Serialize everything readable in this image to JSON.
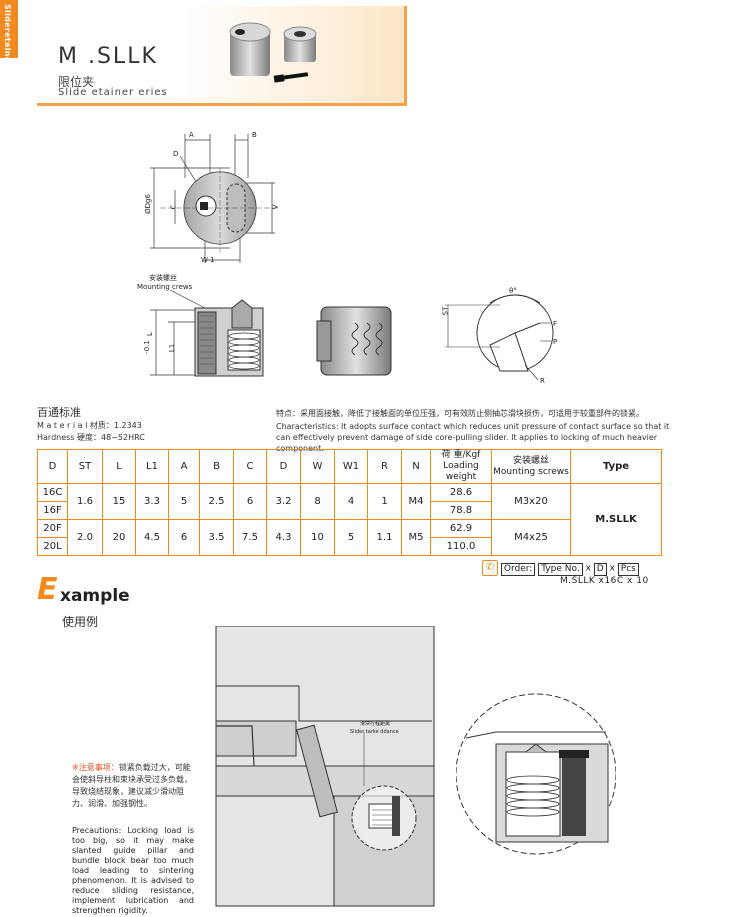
{
  "side_tab": "Slideretainer",
  "header": {
    "title": "M .SLLK",
    "subtitle_cn": "限位夹",
    "subtitle_en": "Slide  etainer  eries"
  },
  "diagram_labels": {
    "A": "A",
    "B": "B",
    "D": "D",
    "C": "C",
    "V": "V",
    "W1": "W 1",
    "ODg6": "ØDg6",
    "mount_cn": "安装螺丝",
    "mount_en": "Mounting  crews",
    "L": "L",
    "L1": "L1",
    "L_tol": "-0.1",
    "ST": "ST",
    "theta": "θ°",
    "F": "F",
    "P": "P",
    "R": "R"
  },
  "material": {
    "section_cn": "百通标准",
    "material_line": "M a t e r i a l 材质：1.2343",
    "hardness_line": "Hardness 硬度：48~52HRC",
    "char_cn": "特点：采用面接触，降低了接触面的单位压强，可有效防止侧抽芯滑块损伤，可适用于较重部件的锁紧。",
    "char_en": "Characteristics: It adopts surface contact which reduces unit pressure of contact surface so that it can effectively prevent damage of side core-pulling slider. It applies to locking of much heavier component."
  },
  "table": {
    "headers": [
      "D",
      "ST",
      "L",
      "L1",
      "A",
      "B",
      "C",
      "D",
      "W",
      "W1",
      "R",
      "N"
    ],
    "load_cn": "荷 重/Kgf",
    "load_en": "Loading weight",
    "screw_cn": "安装螺丝",
    "screw_en": "Mounting screws",
    "type_header": "Type",
    "group1": {
      "d": [
        "16C",
        "16F"
      ],
      "ST": "1.6",
      "L": "15",
      "L1": "3.3",
      "A": "5",
      "B": "2.5",
      "C": "6",
      "D": "3.2",
      "W": "8",
      "W1": "4",
      "R": "1",
      "N": "M4",
      "loads": [
        "28.6",
        "78.8"
      ],
      "screw": "M3x20"
    },
    "group2": {
      "d": [
        "20F",
        "20L"
      ],
      "ST": "2.0",
      "L": "20",
      "L1": "4.5",
      "A": "6",
      "B": "3.5",
      "C": "7.5",
      "D": "4.3",
      "W": "10",
      "W1": "5",
      "R": "1.1",
      "N": "M5",
      "loads": [
        "62.9",
        "110.0"
      ],
      "screw": "M4x25"
    },
    "type_value": "M.SLLK"
  },
  "order": {
    "label": "Order:",
    "type_no": "Type No.",
    "x1": "x",
    "d": "D",
    "x2": "x",
    "pcs": "Pcs",
    "example": "M.SLLK  x16C  x  10"
  },
  "example": {
    "E": "E",
    "rest": "xample",
    "cn": "使用例",
    "callout_cn": "滑块行程距离",
    "callout_en": "Slider  tarke  ddance"
  },
  "precautions": {
    "cn_warn": "※注意事项：",
    "cn_body": "锁紧负载过大，可能会使斜导柱和束块承受过多负载，导致烧结现象，建议减少滑动阻力、润滑、加强钢性。",
    "en": "Precautions: Locking load is too big, so it may make slanted guide pillar and bundle block bear too much load leading to sintering phenomenon. It is advised to reduce sliding resistance, implement lubrication and strengthen rigidity."
  },
  "colors": {
    "accent": "#f28a1e",
    "warn": "#e04a1a"
  }
}
